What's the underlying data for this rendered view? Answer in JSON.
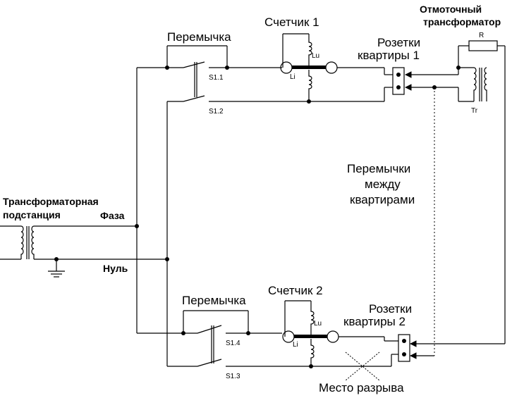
{
  "labels": {
    "substation": [
      "Трансформаторная",
      "подстанция"
    ],
    "phase": "Фаза",
    "neutral": "Нуль",
    "jumper_top": "Перемычка",
    "jumper_bottom": "Перемычка",
    "meter1": "Счетчик 1",
    "meter2": "Счетчик 2",
    "outlets1": [
      "Розетки",
      "квартиры 1"
    ],
    "outlets2": [
      "Розетки",
      "квартиры 2"
    ],
    "tap_transformer": [
      "Отмоточный",
      "трансформатор"
    ],
    "jumpers_between": [
      "Перемычки",
      "между",
      "квартирами"
    ],
    "break_point": "Место разрыва",
    "s1_1": "S1.1",
    "s1_2": "S1.2",
    "s1_3": "S1.3",
    "s1_4": "S1.4",
    "lu_top": "Lu",
    "li_top": "Li",
    "lu_bottom": "Lu",
    "li_bottom": "Li",
    "resistor": "R",
    "tr": "Tr"
  }
}
